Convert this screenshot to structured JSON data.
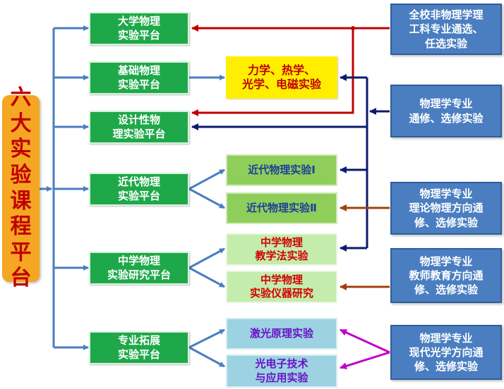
{
  "root": "六\n大\n实\n验\n课\n程\n平\n台",
  "platforms": [
    "大学物理\n实验平台",
    "基础物理\n实验平台",
    "设计性物\n理实验平台",
    "近代物理\n实验平台",
    "中学物理\n实验研究平台",
    "专业拓展\n实验平台"
  ],
  "experiments": {
    "mechanics": "力学、热学、\n光学、电磁实验",
    "modern_1": "近代物理实验Ⅰ",
    "modern_2": "近代物理实验Ⅱ",
    "teaching_method": "中学物理\n教学法实验",
    "instrument_research": "中学物理\n实验仪器研究",
    "laser": "激光原理实验",
    "optoelectronics": "光电子技术\n与应用实验"
  },
  "audiences": [
    "全校非物理学理\n工科专业通选、\n任选实验",
    "物理学专业\n通修、选修实验",
    "物理学专业\n理论物理方向通\n修、选修实验",
    "物理学专业\n教师教育方向通\n修、选修实验",
    "物理学专业\n现代光学方向通\n修、选修实验"
  ],
  "colors": {
    "blue_arrow": "#4a7ec0",
    "red_arrow": "#c00000",
    "navy_arrow": "#0a1a6e",
    "brown_arrow": "#a0400c",
    "magenta_arrow": "#c000c8"
  }
}
